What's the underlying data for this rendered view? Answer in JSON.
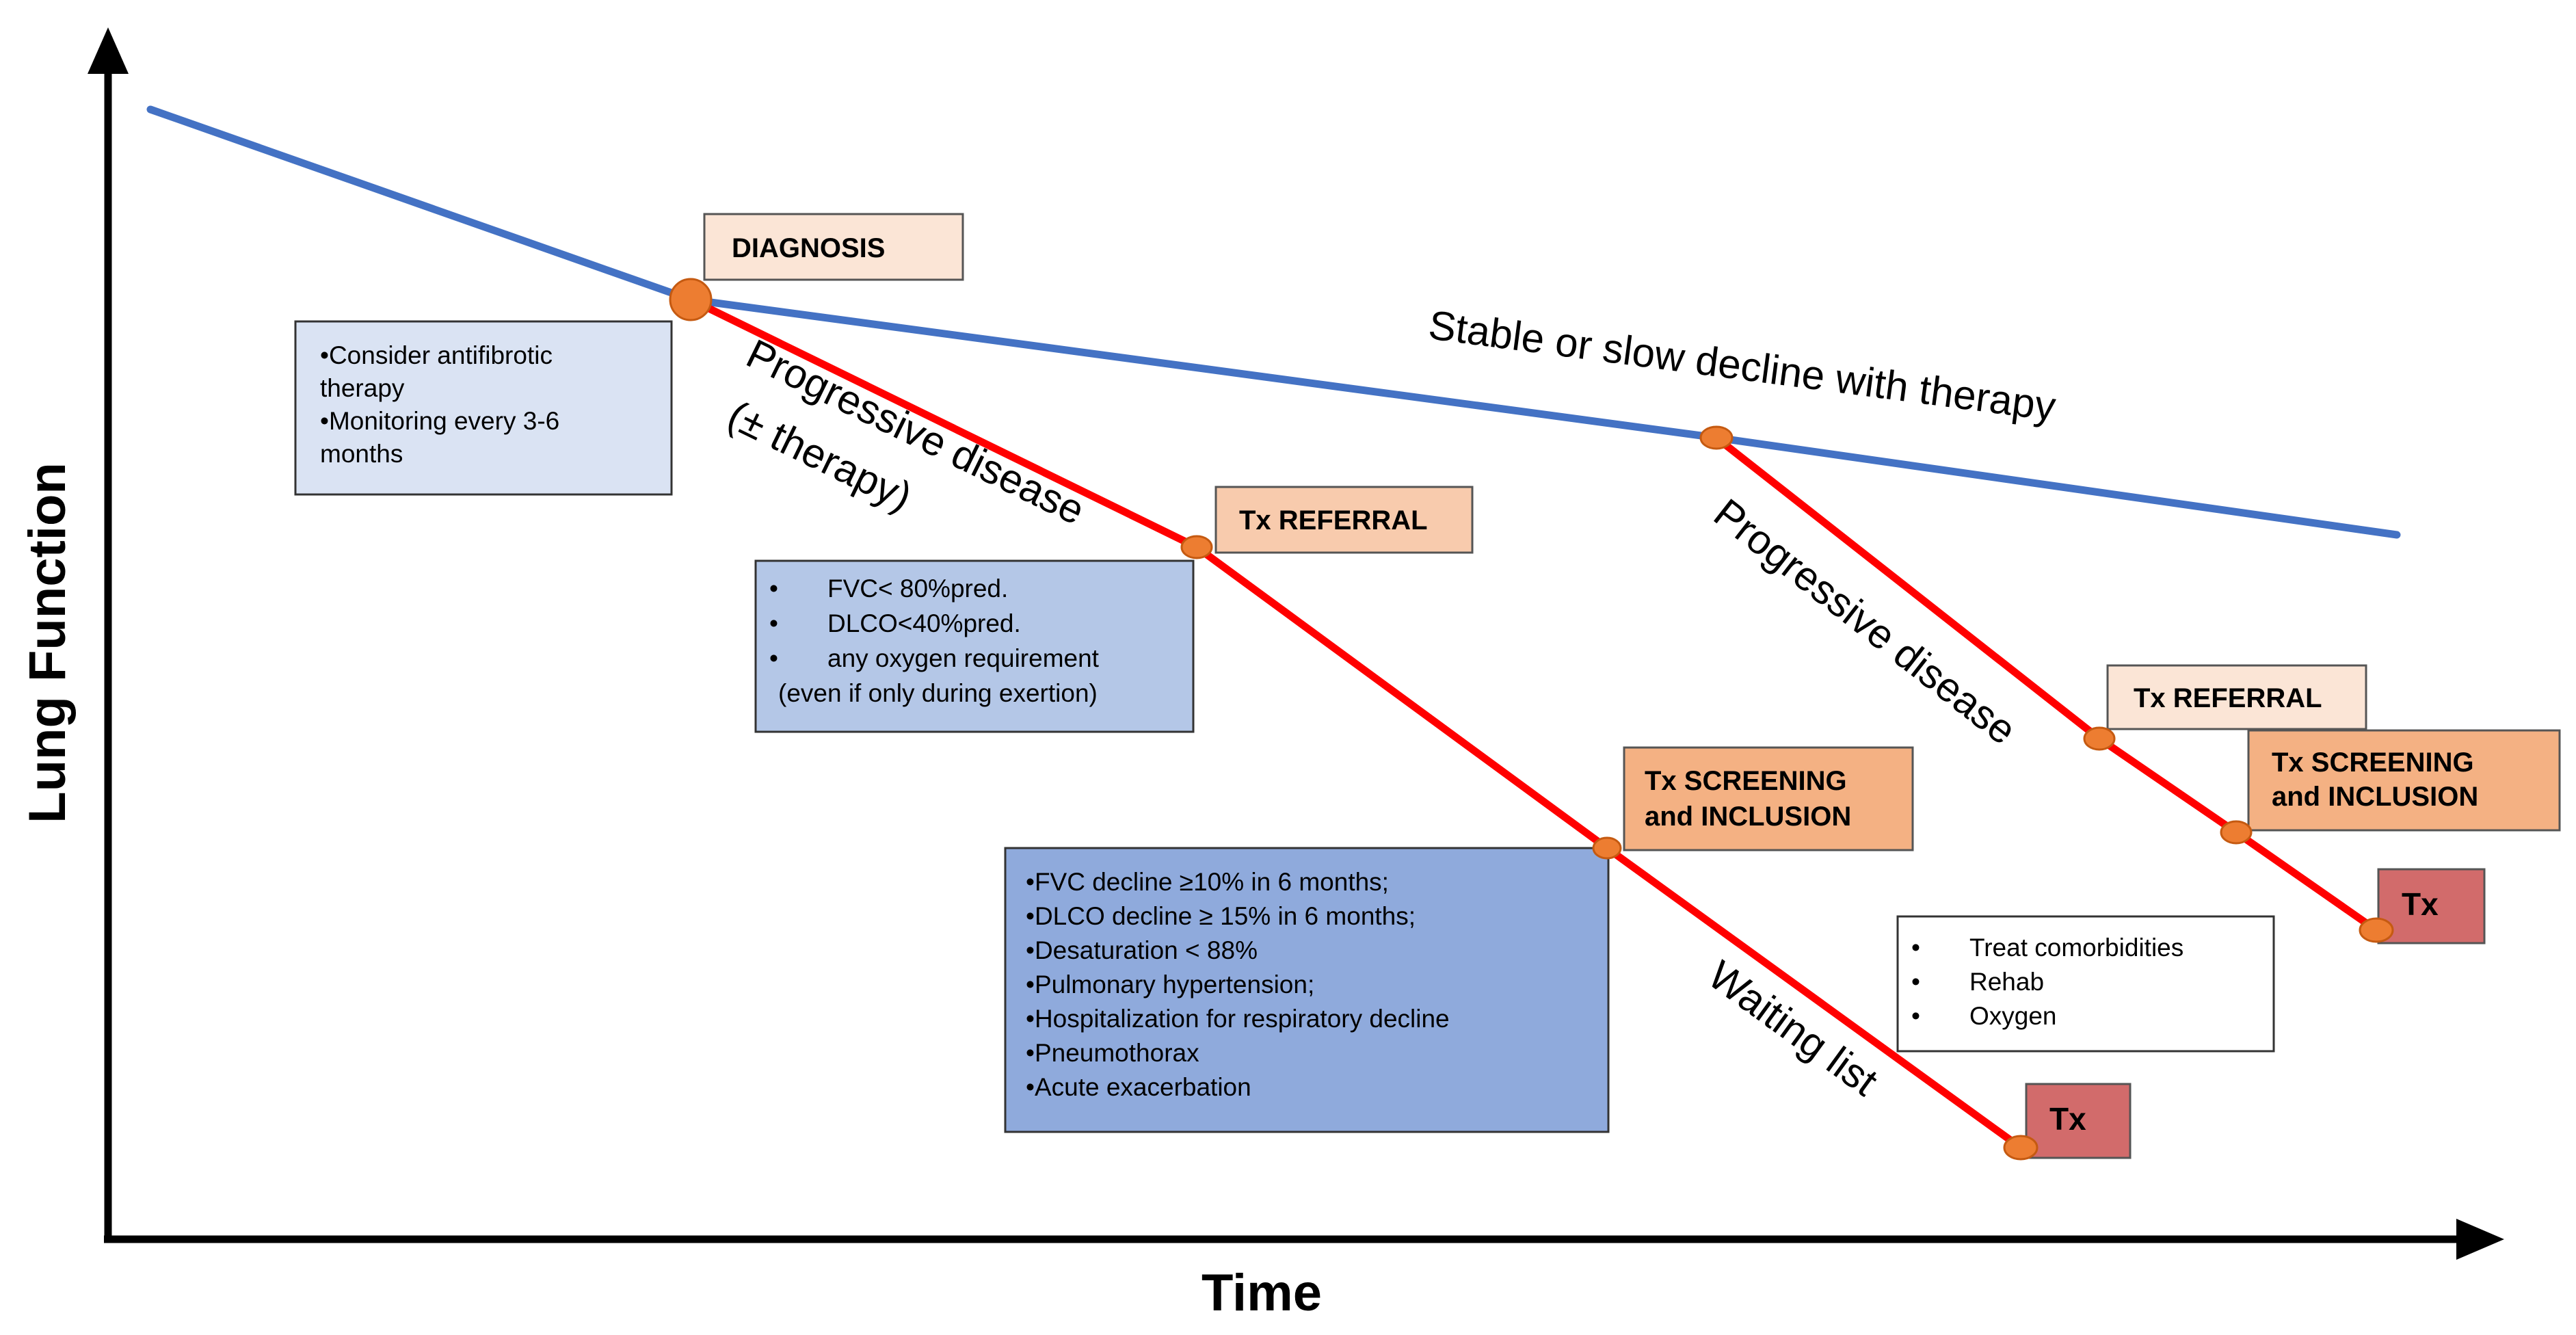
{
  "axes": {
    "y_label": "Lung Function",
    "x_label": "Time"
  },
  "curve_labels": {
    "stable": "Stable or slow decline with therapy",
    "progressive_main_line1": "Progressive disease",
    "progressive_main_line2": "(± therapy)",
    "progressive_second": "Progressive  disease",
    "waiting_list": "Waiting list"
  },
  "boxes": {
    "diagnosis": "DIAGNOSIS",
    "tx_referral_1": "Tx REFERRAL",
    "tx_referral_2": "Tx REFERRAL",
    "tx_screening_1": {
      "line1": "Tx SCREENING",
      "line2": "and INCLUSION"
    },
    "tx_screening_2": {
      "line1": "Tx SCREENING",
      "line2": "and INCLUSION"
    },
    "tx_1": "Tx",
    "tx_2": "Tx"
  },
  "notes": {
    "diagnosis_actions": [
      "•Consider antifibrotic",
      "therapy",
      "•Monitoring every 3-6",
      "months"
    ],
    "referral_criteria": [
      "FVC< 80%pred.",
      "DLCO<40%pred.",
      "any oxygen requirement",
      "(even if only during exertion)"
    ],
    "screening_criteria": [
      "•FVC decline ≥10% in 6 months;",
      "•DLCO decline ≥ 15% in 6 months;",
      "•Desaturation < 88%",
      "•Pulmonary hypertension;",
      "•Hospitalization for respiratory decline",
      "•Pneumothorax",
      "•Acute exacerbation"
    ],
    "supportive_care": [
      "Treat comorbidities",
      "Rehab",
      "Oxygen"
    ],
    "bullet": "•"
  },
  "colors": {
    "axis": "#000000",
    "stable_line": "#4472c4",
    "progressive_line": "#ff0000",
    "milestone_dot": "#ed7d31",
    "diagnosis_box": "#fbe5d6",
    "referral_box": "#f8cbad",
    "screening_box": "#f4b183",
    "tx_box": "#d26b6b",
    "note_light": "#dae3f3",
    "note_mid": "#b4c7e7",
    "note_dark": "#8faadc",
    "note_white": "#ffffff"
  }
}
